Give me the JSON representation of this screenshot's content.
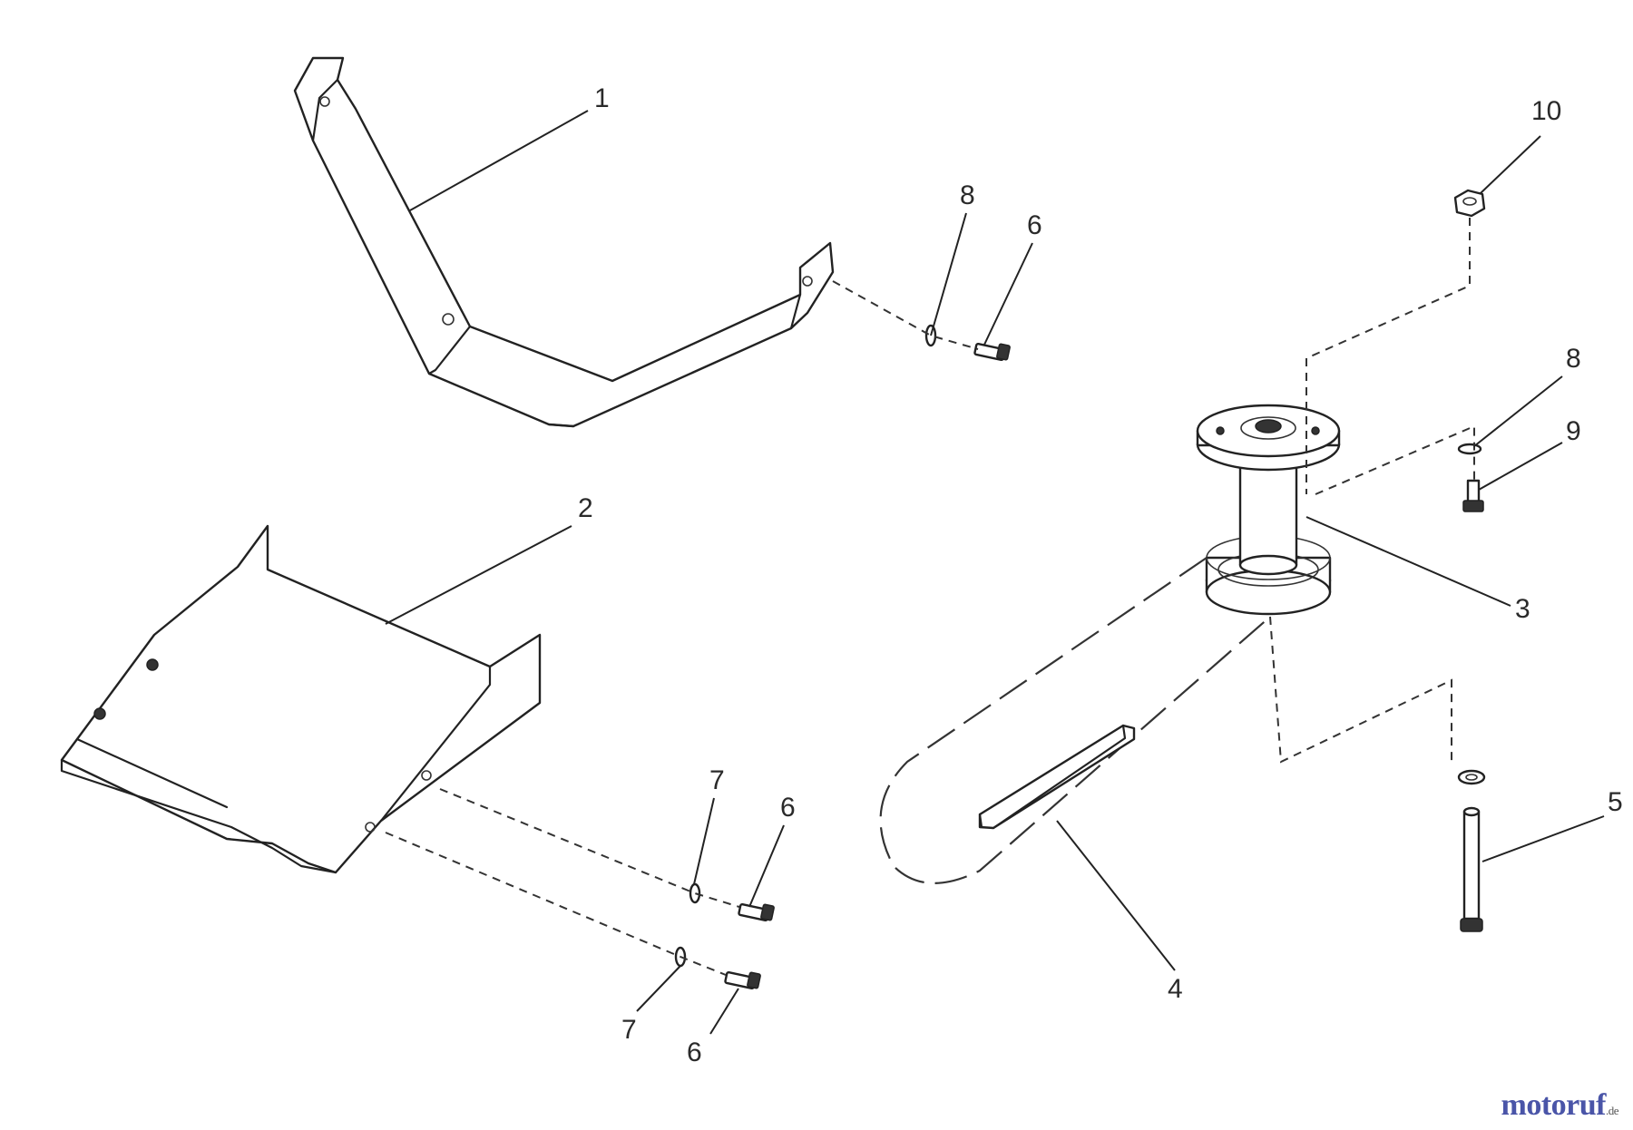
{
  "diagram": {
    "callouts": [
      "1",
      "2",
      "3",
      "4",
      "5",
      "6",
      "6",
      "6",
      "7",
      "7",
      "8",
      "8",
      "9",
      "10"
    ]
  },
  "watermark": {
    "brand": "motoruf",
    "tld": ".de"
  }
}
